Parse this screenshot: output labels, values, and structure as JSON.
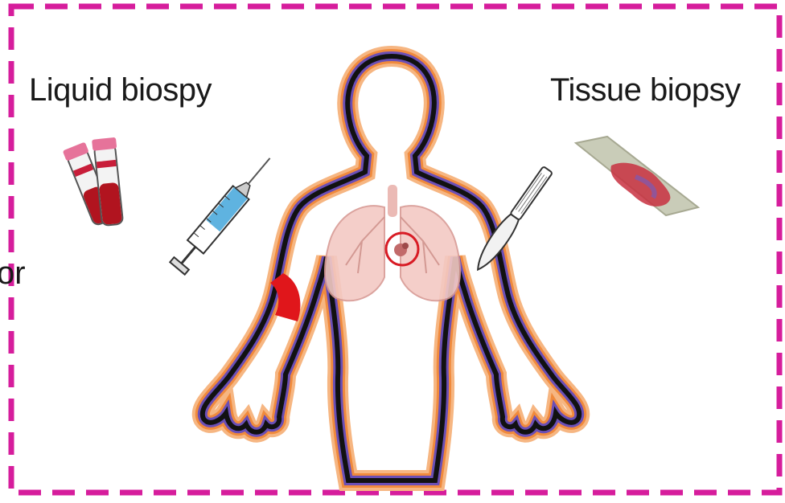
{
  "labels": {
    "liquid_biopsy": "Liquid biospy",
    "tissue_biopsy": "Tissue biopsy",
    "cut_off_text": "or"
  },
  "colors": {
    "frame_border": "#d61d9c",
    "blood_red": "#e0161b",
    "body_outline": "#111111",
    "body_halo_purple": "#6b4fb6",
    "body_halo_orange": "#f08a3c",
    "syringe_fill": "#5fb3e0",
    "lung_pink": "#f3c9c4",
    "tissue_slide": "#c9ccb8",
    "tissue_sample": "#c8303f"
  },
  "icons": [
    "blood-tubes-icon",
    "syringe-icon",
    "scalpel-icon",
    "tissue-slide-icon",
    "lungs-icon",
    "tumor-circle-icon",
    "tourniquet-icon"
  ]
}
